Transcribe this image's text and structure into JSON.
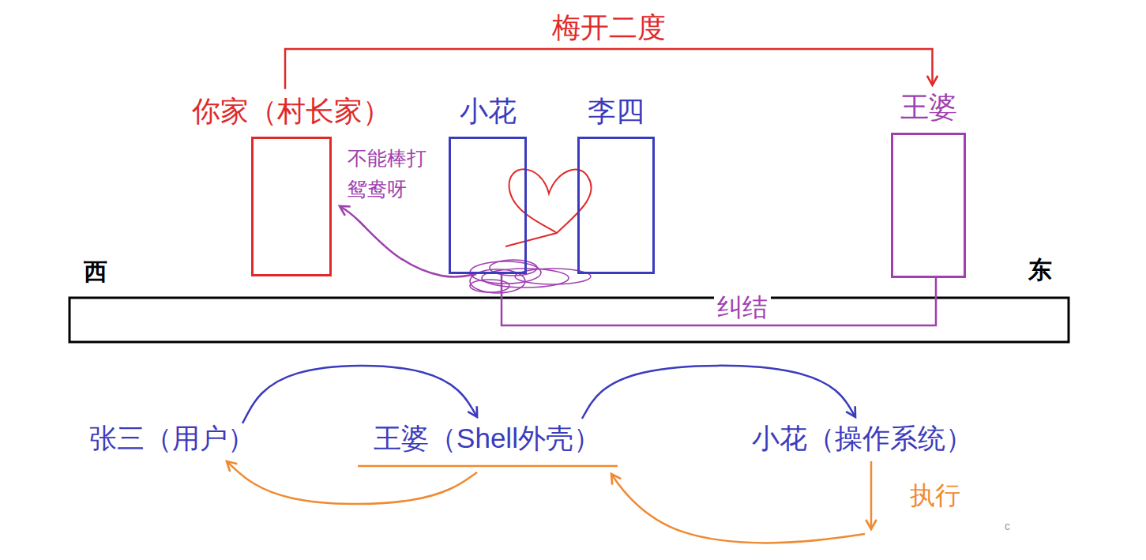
{
  "diagram": {
    "nodes": [
      {
        "text": [
          "你家（村长家）"
        ]
      },
      {
        "text": [
          "小花"
        ]
      },
      {
        "text": [
          "李四"
        ]
      },
      {
        "text": [
          "王婆"
        ]
      },
      {
        "text": [
          "张三（用户）"
        ]
      },
      {
        "text": [
          "王婆（Shell外壳）"
        ]
      },
      {
        "text": [
          "小花（操作系统）"
        ]
      }
    ],
    "edges": [
      {
        "from": 0,
        "to": 3,
        "arrow": "to",
        "label": "梅开二度"
      },
      {
        "from": 1,
        "to": 0,
        "arrow": "to"
      },
      {
        "from": 3,
        "to": 1,
        "arrow": "none",
        "label": "纠结"
      },
      {
        "from": 4,
        "to": 5,
        "arrow": "to"
      },
      {
        "from": 5,
        "to": 6,
        "arrow": "to"
      },
      {
        "from": 6,
        "to": 5,
        "arrow": "to",
        "label": "执行"
      },
      {
        "from": 5,
        "to": 4,
        "arrow": "to"
      }
    ],
    "labels": [
      "不能棒打鸳鸯呀",
      "西",
      "东",
      "c"
    ]
  }
}
